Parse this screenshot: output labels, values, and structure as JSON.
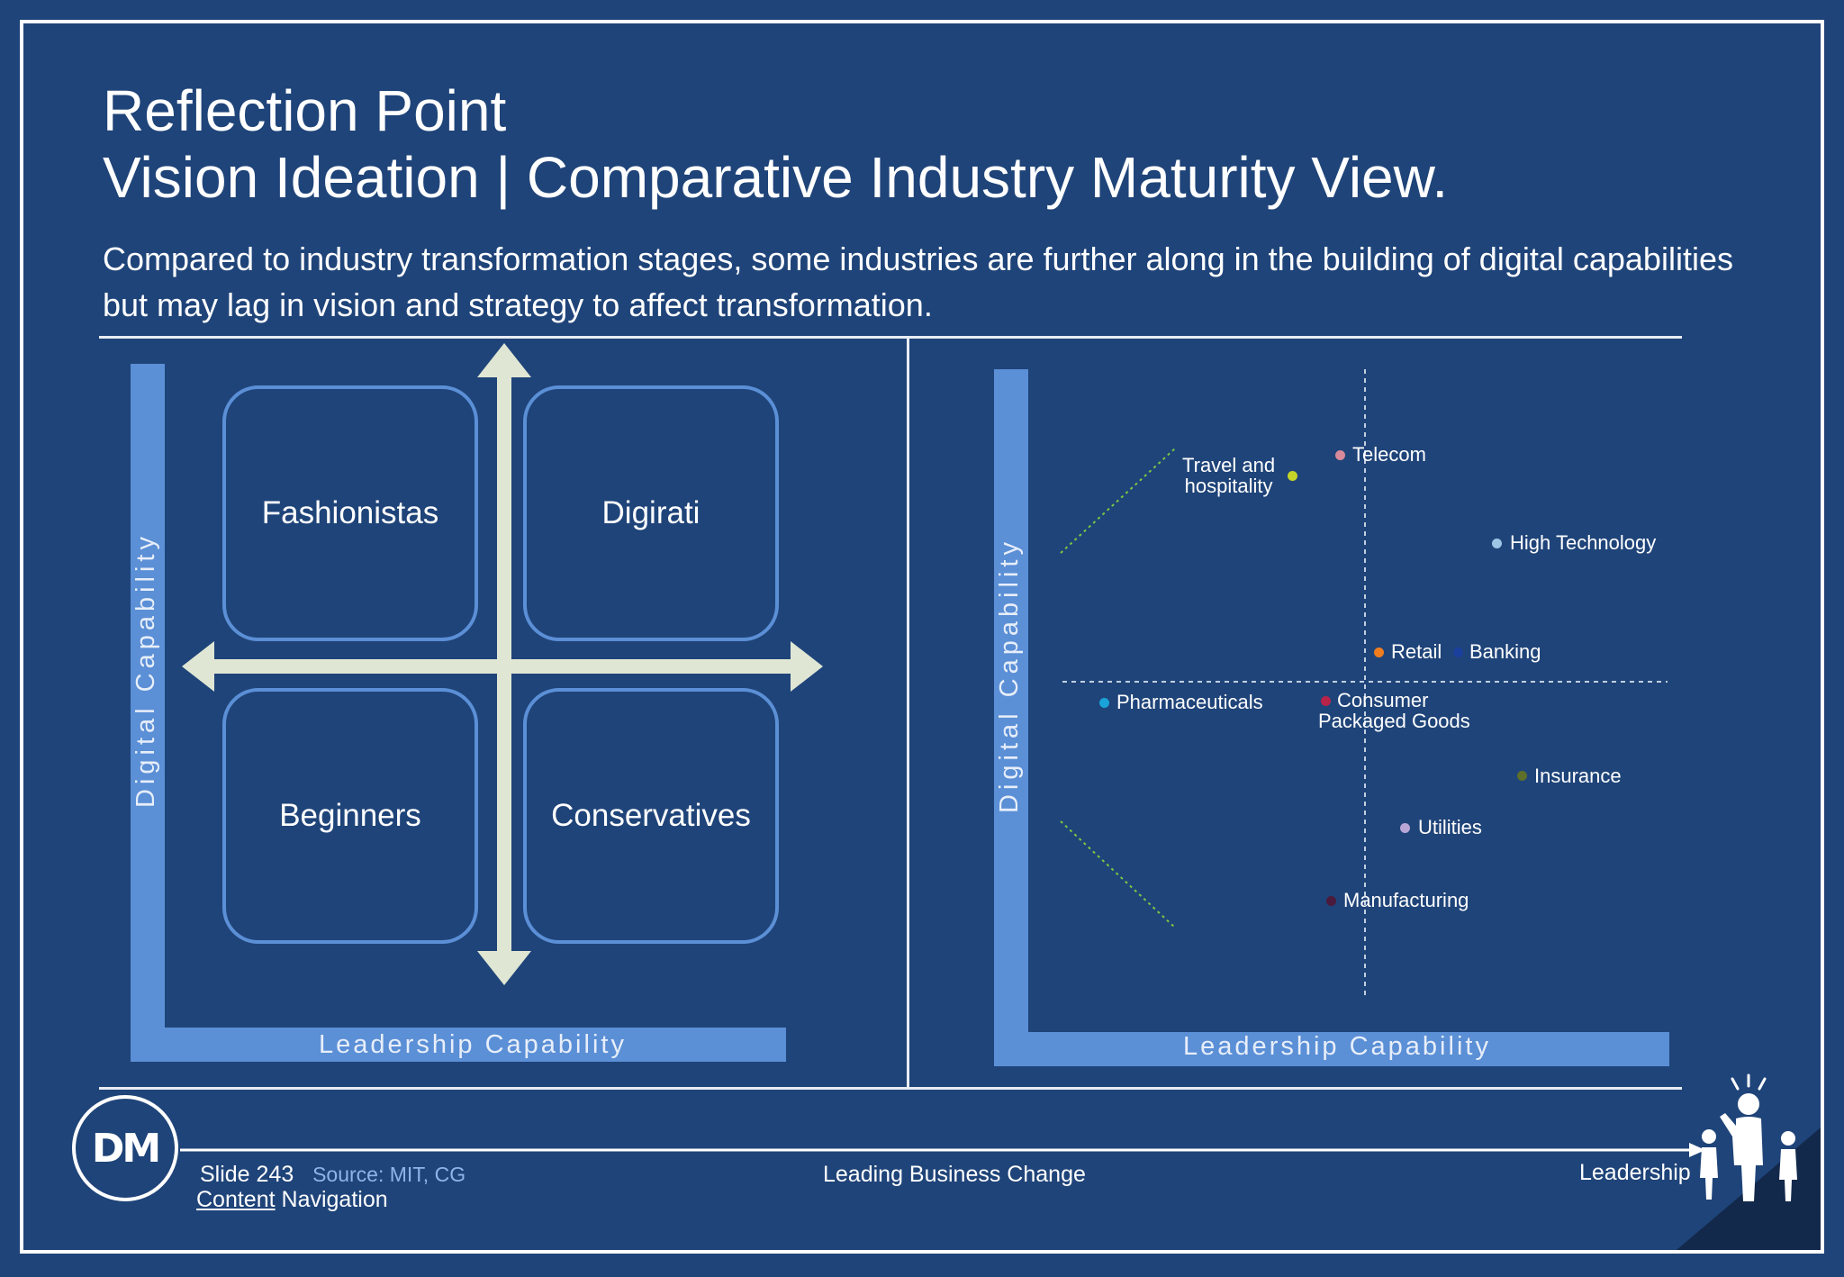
{
  "slide": {
    "title_line1": "Reflection Point",
    "title_line2": "Vision Ideation | Comparative Industry Maturity View.",
    "subtitle": "Compared to industry transformation stages, some industries are further along in the building of digital capabilities but may lag in vision and strategy to affect transformation."
  },
  "left_diagram": {
    "y_axis_label": "Digital Capability",
    "x_axis_label": "Leadership Capability",
    "quadrants": {
      "top_left": "Fashionistas",
      "top_right": "Digirati",
      "bottom_left": "Beginners",
      "bottom_right": "Conservatives"
    }
  },
  "right_chart": {
    "y_axis_label": "Digital Capability",
    "x_axis_label": "Leadership Capability",
    "points": [
      {
        "label": "Travel and hospitality",
        "line1": "Travel and",
        "line2": "hospitality",
        "color": "#c6d42a"
      },
      {
        "label": "Telecom",
        "color": "#d98a9a"
      },
      {
        "label": "High Technology",
        "color": "#9cc6e6"
      },
      {
        "label": "Retail",
        "color": "#f07d1f"
      },
      {
        "label": "Banking",
        "color": "#1b3f9c"
      },
      {
        "label": "Pharmaceuticals",
        "color": "#1aa3d9"
      },
      {
        "label": "Consumer Packaged Goods",
        "line1": "Consumer",
        "line2": "Packaged Goods",
        "color": "#b8234a"
      },
      {
        "label": "Insurance",
        "color": "#5e6f2a"
      },
      {
        "label": "Utilities",
        "color": "#b8a6d6"
      },
      {
        "label": "Manufacturing",
        "color": "#4a1b3c"
      }
    ]
  },
  "footer": {
    "logo_text": "DM",
    "slide_number": "Slide 243",
    "source": "Source: MIT, CG",
    "content_link": "Content",
    "navigation": "Navigation",
    "center_text": "Leading Business Change",
    "right_text": "Leadership"
  },
  "colors": {
    "background": "#1f4479",
    "axis_bar": "#5b8fd6",
    "arrow": "#dfe6d4"
  }
}
